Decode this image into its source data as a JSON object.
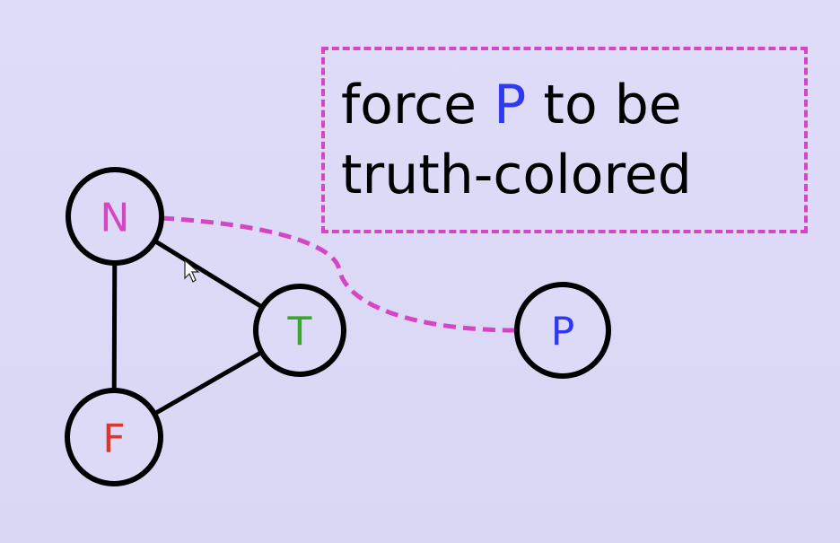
{
  "colors": {
    "background": "#dcdaf6",
    "accent_magenta": "#d646c4",
    "accent_blue": "#2f39f0",
    "node_green": "#3aa62d",
    "node_red": "#e0352a"
  },
  "callout": {
    "line1_pre": "force ",
    "line1_var": "P",
    "line1_post": " to be",
    "line2": "truth-colored"
  },
  "nodes": {
    "N": {
      "label": "N",
      "color": "#d646c4"
    },
    "T": {
      "label": "T",
      "color": "#3aa62d"
    },
    "F": {
      "label": "F",
      "color": "#e0352a"
    },
    "P": {
      "label": "P",
      "color": "#2f39f0"
    }
  },
  "edges": [
    {
      "from": "N",
      "to": "T",
      "style": "solid",
      "color": "#000000"
    },
    {
      "from": "N",
      "to": "F",
      "style": "solid",
      "color": "#000000"
    },
    {
      "from": "T",
      "to": "F",
      "style": "solid",
      "color": "#000000"
    },
    {
      "from": "N",
      "to": "P",
      "style": "dashed",
      "color": "#d646c4"
    }
  ]
}
